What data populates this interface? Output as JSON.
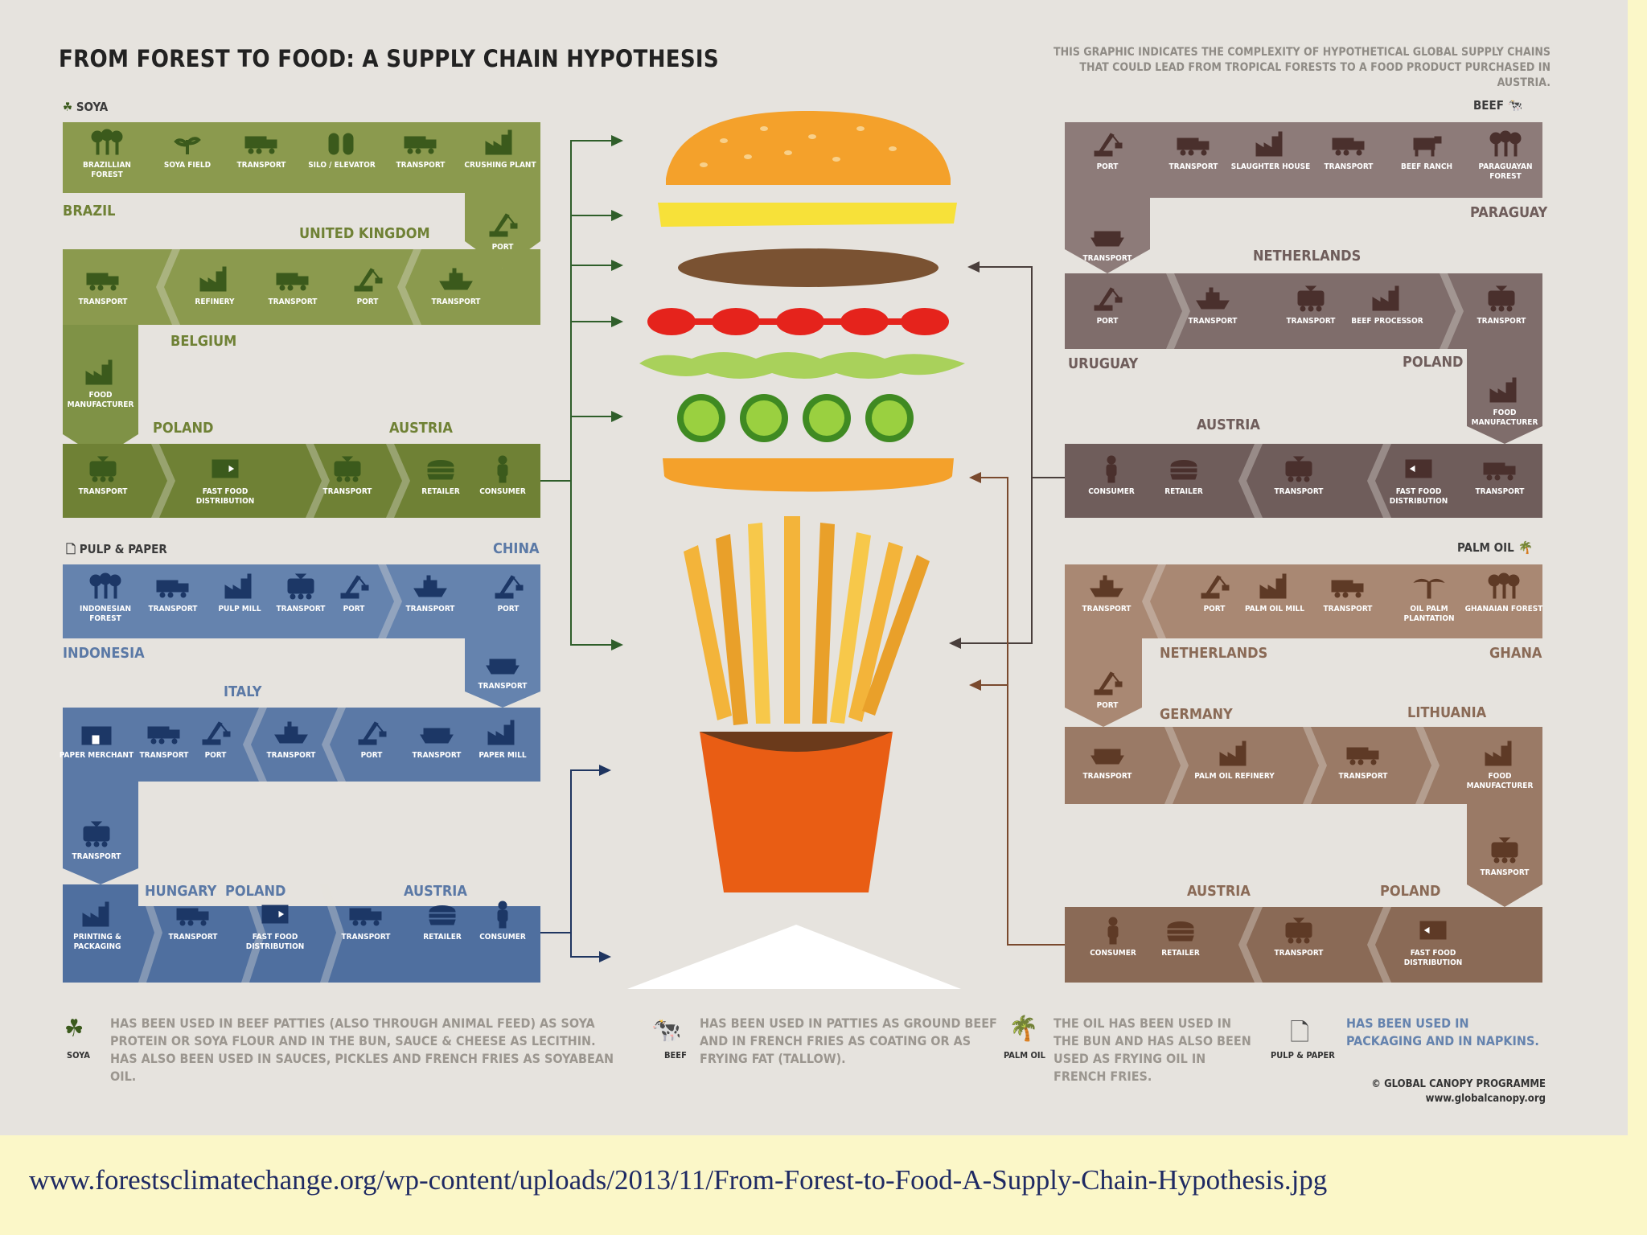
{
  "title": "FROM FOREST TO FOOD: A SUPPLY CHAIN HYPOTHESIS",
  "description": "THIS GRAPHIC INDICATES THE COMPLEXITY OF HYPOTHETICAL GLOBAL SUPPLY CHAINS THAT COULD LEAD FROM TROPICAL FORESTS TO A FOOD PRODUCT PURCHASED IN AUSTRIA.",
  "colors": {
    "soya": "#8b9a4e",
    "soya_dark": "#6f8135",
    "pulp": "#6583ae",
    "pulp_dark": "#4f6f9f",
    "beef": "#8d7b79",
    "beef_dark": "#6f5d5b",
    "palm": "#a98873",
    "palm_dark": "#8a6a56",
    "icon_soya": "#3b5a1c",
    "icon_pulp": "#1c3766",
    "icon_beef": "#4a302d",
    "icon_palm": "#5e3a26"
  },
  "sections": {
    "soya": {
      "label": "SOYA",
      "row1": [
        "BRAZILLIAN FOREST",
        "SOYA FIELD",
        "TRANSPORT",
        "SILO / ELEVATOR",
        "TRANSPORT",
        "CRUSHING PLANT"
      ],
      "port_down": "PORT",
      "row2": [
        "TRANSPORT",
        "REFINERY",
        "TRANSPORT",
        "PORT",
        "TRANSPORT"
      ],
      "food_manufacturer": "FOOD MANUFACTURER",
      "row3": [
        "TRANSPORT",
        "FAST FOOD DISTRIBUTION",
        "TRANSPORT",
        "RETAILER",
        "CONSUMER"
      ],
      "countries": {
        "brazil": "BRAZIL",
        "uk": "UNITED KINGDOM",
        "belgium": "BELGIUM",
        "poland": "POLAND",
        "austria": "AUSTRIA"
      }
    },
    "pulp": {
      "label": "PULP & PAPER",
      "row1": [
        "INDONESIAN FOREST",
        "TRANSPORT",
        "PULP MILL",
        "TRANSPORT",
        "PORT",
        "TRANSPORT",
        "PORT"
      ],
      "transport_down": "TRANSPORT",
      "row2": [
        "PAPER MERCHANT",
        "TRANSPORT",
        "PORT",
        "TRANSPORT",
        "PORT",
        "TRANSPORT",
        "PAPER MILL"
      ],
      "transport_left": "TRANSPORT",
      "row3": [
        "PRINTING & PACKAGING",
        "TRANSPORT",
        "FAST FOOD DISTRIBUTION",
        "TRANSPORT",
        "RETAILER",
        "CONSUMER"
      ],
      "countries": {
        "china": "CHINA",
        "indonesia": "INDONESIA",
        "italy": "ITALY",
        "hungary": "HUNGARY",
        "poland": "POLAND",
        "austria": "AUSTRIA"
      }
    },
    "beef": {
      "label": "BEEF",
      "row1": [
        "PORT",
        "TRANSPORT",
        "SLAUGHTER HOUSE",
        "TRANSPORT",
        "BEEF RANCH",
        "PARAGUAYAN FOREST"
      ],
      "transport_down": "TRANSPORT",
      "row2": [
        "PORT",
        "TRANSPORT",
        "TRANSPORT",
        "BEEF PROCESSOR",
        "TRANSPORT"
      ],
      "food_manufacturer": "FOOD MANUFACTURER",
      "row3": [
        "CONSUMER",
        "RETAILER",
        "TRANSPORT",
        "FAST FOOD DISTRIBUTION",
        "TRANSPORT"
      ],
      "countries": {
        "paraguay": "PARAGUAY",
        "netherlands": "NETHERLANDS",
        "uruguay": "URUGUAY",
        "poland": "POLAND",
        "austria": "AUSTRIA"
      }
    },
    "palm": {
      "label": "PALM OIL",
      "row1": [
        "TRANSPORT",
        "PORT",
        "PALM OIL MILL",
        "TRANSPORT",
        "OIL PALM PLANTATION",
        "GHANAIAN FOREST"
      ],
      "port_down": "PORT",
      "row2": [
        "TRANSPORT",
        "PALM OIL REFINERY",
        "TRANSPORT",
        "FOOD MANUFACTURER"
      ],
      "transport_down": "TRANSPORT",
      "row3": [
        "CONSUMER",
        "RETAILER",
        "TRANSPORT",
        "FAST FOOD DISTRIBUTION"
      ],
      "countries": {
        "netherlands": "NETHERLANDS",
        "ghana": "GHANA",
        "germany": "GERMANY",
        "lithuania": "LITHUANIA",
        "austria": "AUSTRIA",
        "poland": "POLAND"
      }
    }
  },
  "footer": {
    "soya": {
      "caption": "SOYA",
      "text": "HAS BEEN USED IN BEEF PATTIES (ALSO THROUGH ANIMAL FEED) AS SOYA PROTEIN OR SOYA FLOUR AND IN THE BUN, SAUCE & CHEESE AS LECITHIN. HAS ALSO BEEN USED IN SAUCES, PICKLES AND FRENCH FRIES AS SOYABEAN OIL."
    },
    "beef": {
      "caption": "BEEF",
      "text": "HAS BEEN USED IN PATTIES AS GROUND BEEF AND IN FRENCH FRIES AS COATING OR AS FRYING FAT (TALLOW)."
    },
    "palm": {
      "caption": "PALM OIL",
      "text": "THE OIL HAS BEEN USED IN THE BUN AND HAS ALSO BEEN USED AS FRYING OIL IN FRENCH FRIES."
    },
    "pulp": {
      "caption": "PULP & PAPER",
      "text": "HAS BEEN USED IN PACKAGING AND IN NAPKINS."
    }
  },
  "credit": {
    "org": "© GLOBAL CANOPY PROGRAMME",
    "url": "www.globalcanopy.org"
  },
  "source_url": "www.forestsclimatechange.org/wp-content/uploads/2013/11/From-Forest-to-Food-A-Supply-Chain-Hypothesis.jpg"
}
